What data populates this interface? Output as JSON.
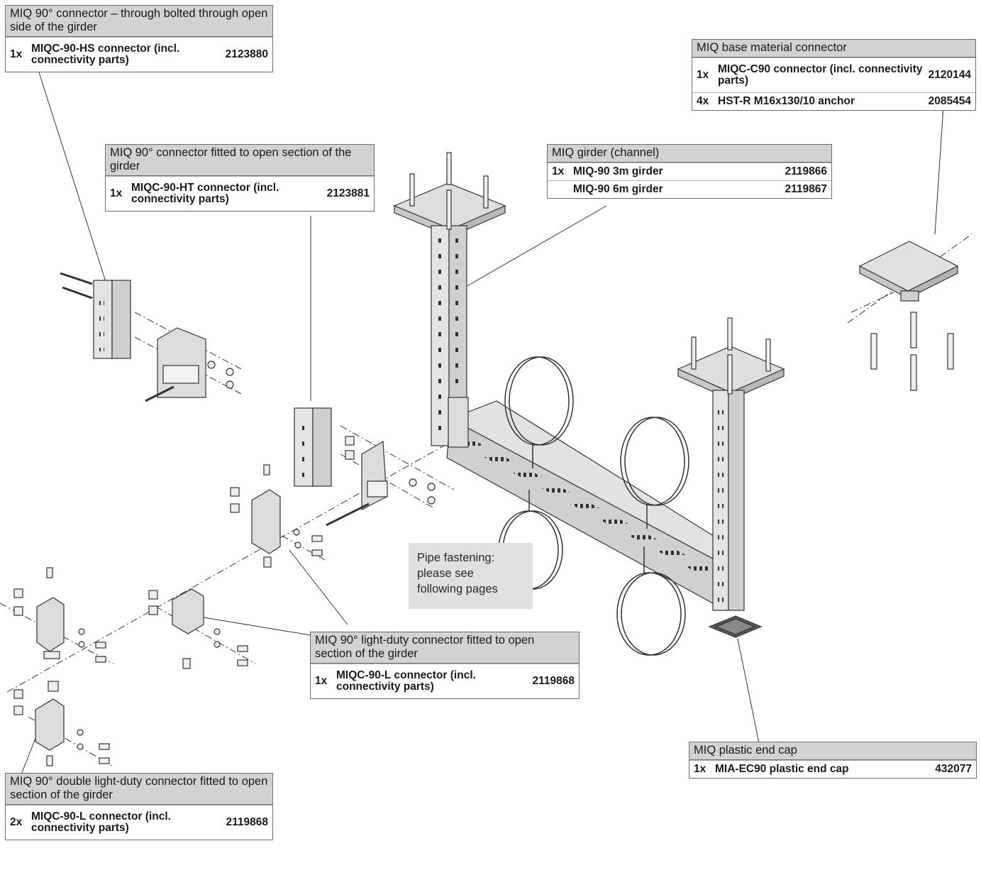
{
  "callouts": {
    "through_bolted": {
      "title": "MIQ 90° connector – through bolted through open side of the girder",
      "rows": [
        {
          "qty": "1x",
          "name": "MIQC-90-HS connector (incl. connectivity parts)",
          "number": "2123880"
        }
      ]
    },
    "fitted_open": {
      "title": "MIQ 90° connector fitted to open section of the girder",
      "rows": [
        {
          "qty": "1x",
          "name": "MIQC-90-HT connector (incl. connectivity parts)",
          "number": "2123881"
        }
      ]
    },
    "girder": {
      "title": "MIQ girder (channel)",
      "rows": [
        {
          "qty": "1x",
          "name": "MIQ-90 3m girder",
          "number": "2119866"
        },
        {
          "qty": "",
          "name": "MIQ-90 6m girder",
          "number": "2119867"
        }
      ]
    },
    "base_material": {
      "title": "MIQ base material connector",
      "rows": [
        {
          "qty": "1x",
          "name": "MIQC-C90 connector (incl. connectivity parts)",
          "number": "2120144"
        },
        {
          "qty": "4x",
          "name": "HST-R M16x130/10 anchor",
          "number": "2085454"
        }
      ]
    },
    "light_duty": {
      "title": "MIQ 90° light-duty connector fitted to open section of the girder",
      "rows": [
        {
          "qty": "1x",
          "name": "MIQC-90-L connector (incl. connectivity parts)",
          "number": "2119868"
        }
      ]
    },
    "end_cap": {
      "title": "MIQ plastic end cap",
      "rows": [
        {
          "qty": "1x",
          "name": "MIA-EC90 plastic end cap",
          "number": "432077"
        }
      ]
    },
    "double_light_duty": {
      "title": "MIQ 90° double light-duty connector fitted to open section of the girder",
      "rows": [
        {
          "qty": "2x",
          "name": "MIQC-90-L connector (incl. connectivity parts)",
          "number": "2119868"
        }
      ]
    }
  },
  "note": {
    "line1": "Pipe fastening:",
    "line2": "please see",
    "line3": "following pages"
  },
  "colors": {
    "header_fill": "#d2d2d2",
    "note_fill": "#e0e0e0",
    "part_fill": "#dcdcdc",
    "line": "#333333"
  }
}
